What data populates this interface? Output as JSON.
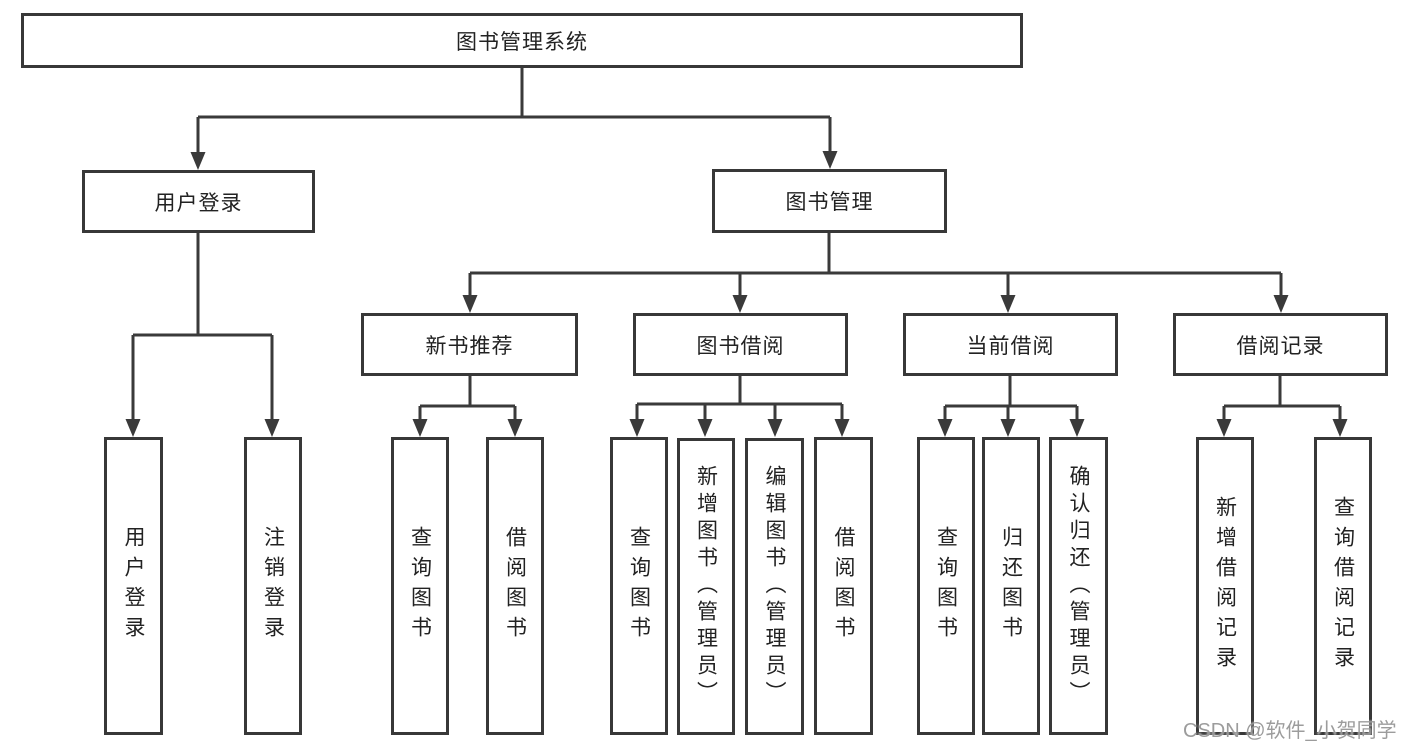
{
  "diagram": {
    "title": "图书管理系统",
    "tree": {
      "root": {
        "label": "图书管理系统",
        "children": [
          {
            "label": "用户登录",
            "children": [
              {
                "label": "用户登录"
              },
              {
                "label": "注销登录"
              }
            ]
          },
          {
            "label": "图书管理",
            "children": [
              {
                "label": "新书推荐",
                "children": [
                  {
                    "label": "查询图书"
                  },
                  {
                    "label": "借阅图书"
                  }
                ]
              },
              {
                "label": "图书借阅",
                "children": [
                  {
                    "label": "查询图书"
                  },
                  {
                    "label": "新增图书（管理员）"
                  },
                  {
                    "label": "编辑图书（管理员）"
                  },
                  {
                    "label": "借阅图书"
                  }
                ]
              },
              {
                "label": "当前借阅",
                "children": [
                  {
                    "label": "查询图书"
                  },
                  {
                    "label": "归还图书"
                  },
                  {
                    "label": "确认归还（管理员）"
                  }
                ]
              },
              {
                "label": "借阅记录",
                "children": [
                  {
                    "label": "新增借阅记录"
                  },
                  {
                    "label": "查询借阅记录"
                  }
                ]
              }
            ]
          }
        ]
      }
    },
    "colors": {
      "line": "#3a3a3a",
      "box_border": "#383838",
      "text": "#222222",
      "background": "#ffffff",
      "watermark": "#949494"
    }
  },
  "watermark": {
    "text": "CSDN @软件_小贺同学"
  }
}
